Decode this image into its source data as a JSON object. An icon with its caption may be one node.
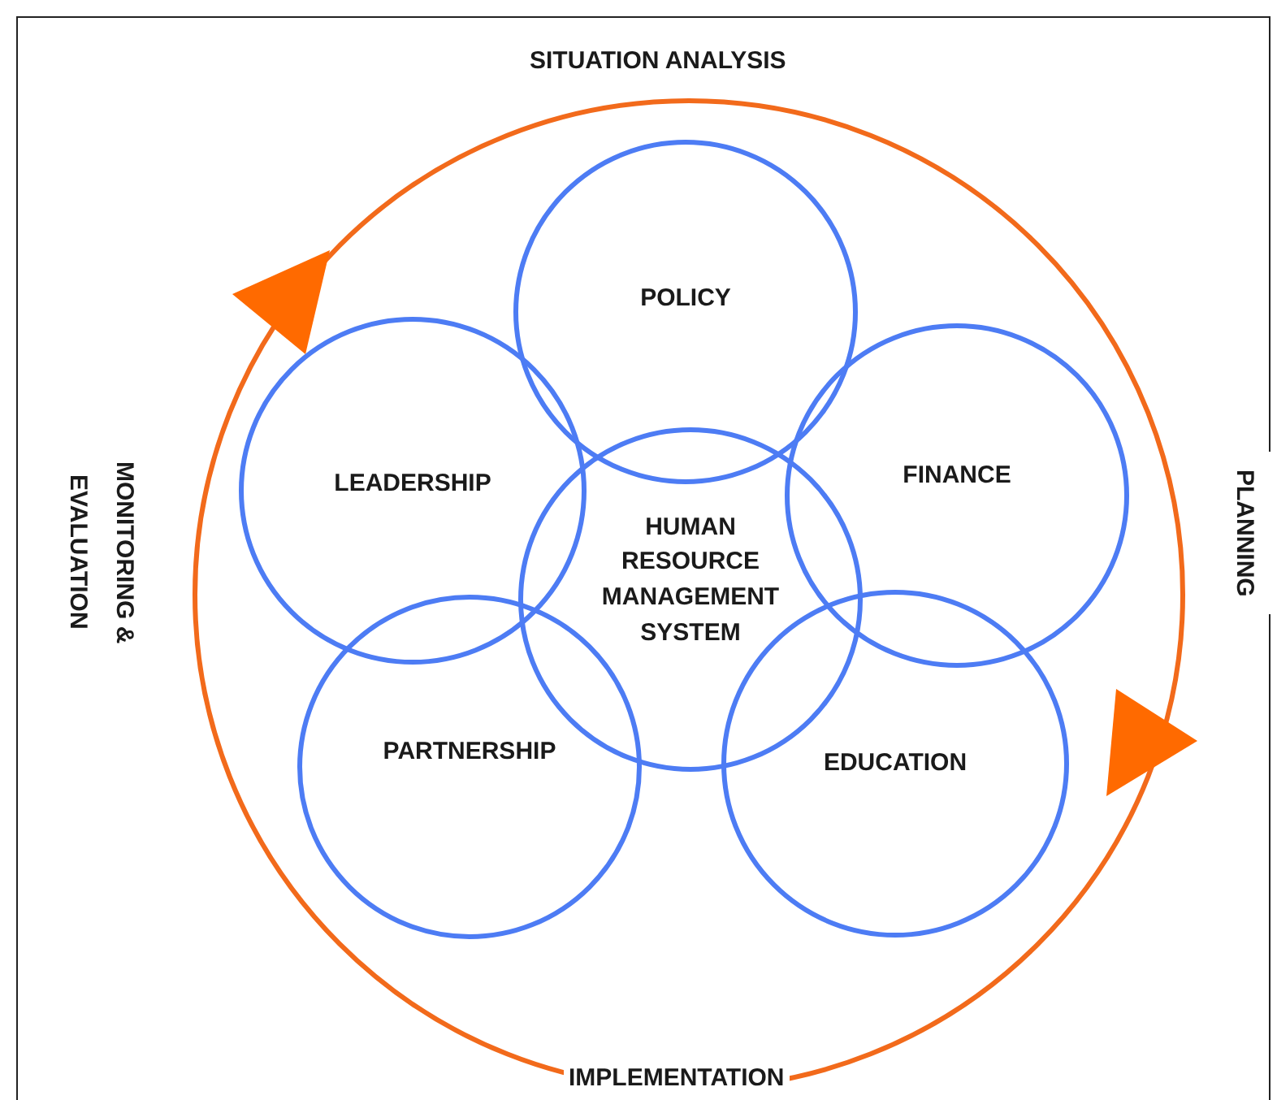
{
  "diagram": {
    "nodes": [
      {
        "text": [
          "POLICY"
        ]
      },
      {
        "text": [
          "LEADERSHIP"
        ]
      },
      {
        "text": [
          "FINANCE"
        ]
      },
      {
        "text": [
          "HUMAN RESOURCE MANAGEMENT SYSTEM"
        ]
      },
      {
        "text": [
          "PARTNERSHIP"
        ]
      },
      {
        "text": [
          "EDUCATION"
        ]
      }
    ],
    "labels": [
      "SITUATION ANALYSIS",
      "MONITORING & EVALUATION",
      "PLANNING",
      "IMPLEMENTATION"
    ]
  }
}
